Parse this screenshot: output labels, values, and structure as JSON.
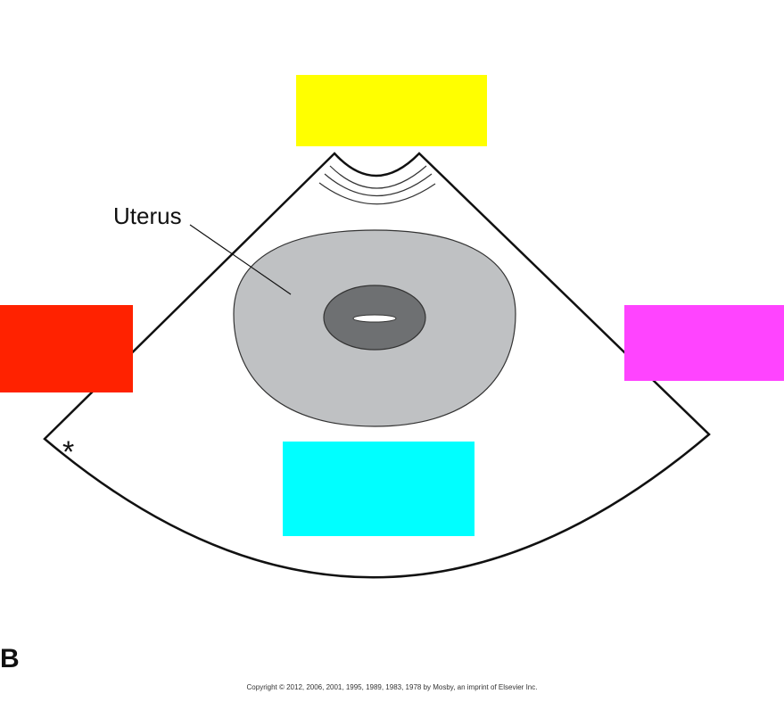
{
  "diagram": {
    "uterus_label": "Uterus",
    "asterisk": "*",
    "panel_letter": "B",
    "copyright": "Copyright © 2012, 2006, 2001, 1995, 1989, 1983, 1978 by Mosby, an imprint of Elsevier Inc."
  },
  "colors": {
    "label_box_top": "#ffff00",
    "label_box_left": "#ff2200",
    "label_box_right": "#ff44ff",
    "label_box_bottom": "#00ffff",
    "uterus_fill": "#bfc1c3",
    "endometrium_fill": "#6e7072",
    "outline": "#111111"
  }
}
